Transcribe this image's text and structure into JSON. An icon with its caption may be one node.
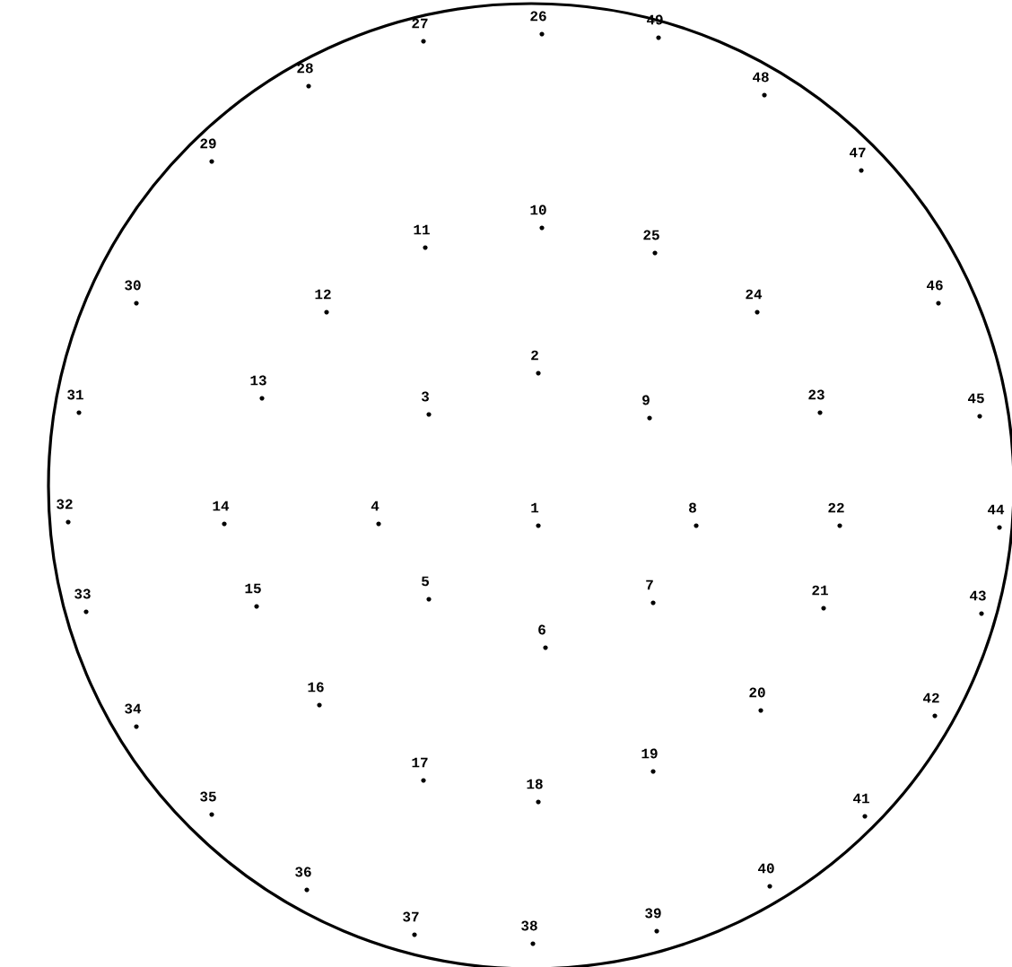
{
  "diagram": {
    "labels": [
      "27",
      "26",
      "49",
      "28",
      "48",
      "29",
      "47",
      "11",
      "10",
      "25",
      "30",
      "12",
      "24",
      "46",
      "2",
      "31",
      "13",
      "3",
      "9",
      "23",
      "45",
      "32",
      "14",
      "4",
      "1",
      "8",
      "22",
      "44",
      "33",
      "15",
      "5",
      "7",
      "21",
      "43",
      "6",
      "16",
      "20",
      "34",
      "42",
      "17",
      "19",
      "18",
      "35",
      "41",
      "36",
      "40",
      "37",
      "38",
      "39"
    ]
  }
}
